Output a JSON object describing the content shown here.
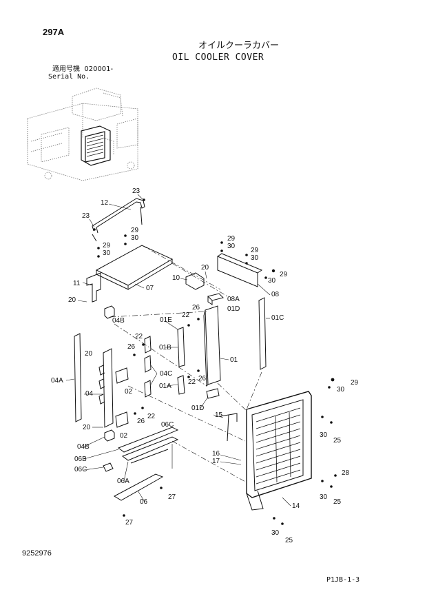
{
  "header": {
    "page_number": "297A",
    "title_jp": "オイルクーラカバー",
    "title_en": "OIL COOLER COVER",
    "serial_label_jp": "適用号機  020001-",
    "serial_label_en": "Serial No."
  },
  "footer": {
    "drawing_number": "9252976",
    "page_code": "P1JB-1-3"
  },
  "part_labels": [
    "23",
    "12",
    "23",
    "29",
    "30",
    "29",
    "30",
    "11",
    "20",
    "07",
    "10",
    "20",
    "29",
    "30",
    "29",
    "30",
    "30",
    "29",
    "08",
    "08A",
    "01D",
    "26",
    "22",
    "01E",
    "01B",
    "04B",
    "01C",
    "20",
    "26",
    "22",
    "04C",
    "02",
    "01",
    "26",
    "22",
    "01A",
    "04A",
    "04",
    "29",
    "30",
    "01D",
    "15",
    "20",
    "22",
    "26",
    "02",
    "04B",
    "06C",
    "06B",
    "06C",
    "06A",
    "16",
    "17",
    "30",
    "25",
    "28",
    "30",
    "25",
    "14",
    "06",
    "27",
    "27",
    "30",
    "25"
  ]
}
